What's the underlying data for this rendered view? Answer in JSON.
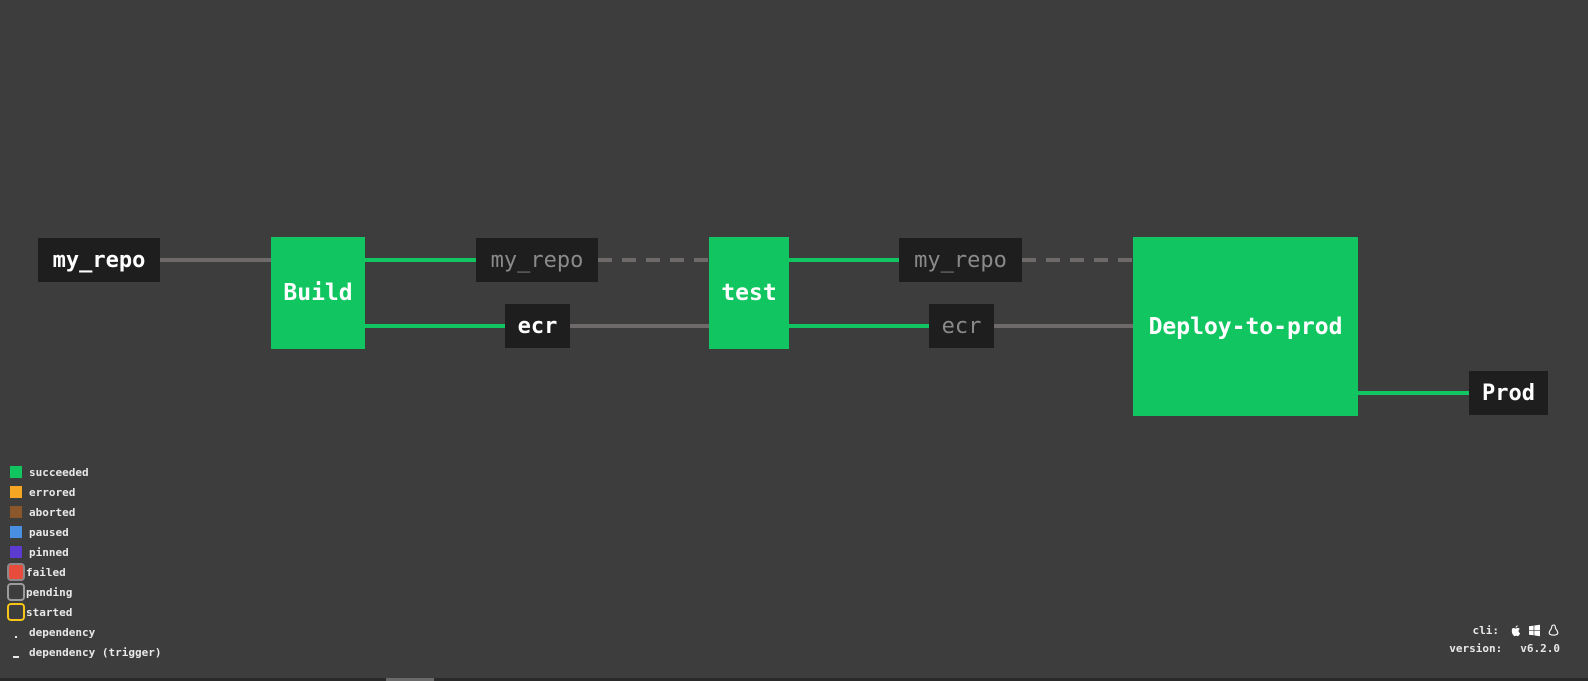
{
  "pipeline": {
    "resources": {
      "my_repo_source": "my_repo",
      "my_repo_mid": "my_repo",
      "ecr_mid": "ecr",
      "my_repo_late": "my_repo",
      "ecr_late": "ecr",
      "prod_output": "Prod"
    },
    "jobs": {
      "build": "Build",
      "test": "test",
      "deploy": "Deploy-to-prod"
    }
  },
  "legend": {
    "items": [
      {
        "label": "succeeded",
        "color": "#11c560"
      },
      {
        "label": "errored",
        "color": "#f5a623"
      },
      {
        "label": "aborted",
        "color": "#8b572a"
      },
      {
        "label": "paused",
        "color": "#4a90e2"
      },
      {
        "label": "pinned",
        "color": "#5c3bd1"
      },
      {
        "label": "failed",
        "color": "#e74c3c"
      },
      {
        "label": "pending",
        "color": "#9b9b9b"
      },
      {
        "label": "started",
        "color": "#f5c518"
      },
      {
        "label": "dependency"
      },
      {
        "label": "dependency (trigger)"
      }
    ]
  },
  "footer": {
    "cli_label": "cli:",
    "version_label": "version:",
    "version_value": "v6.2.0",
    "icons": [
      "apple-icon",
      "windows-icon",
      "linux-icon"
    ]
  },
  "colors": {
    "background": "#3d3d3d",
    "succeeded": "#11c560",
    "resource_bg": "#1e1e1e",
    "edge_grey": "#6e6a6a"
  }
}
